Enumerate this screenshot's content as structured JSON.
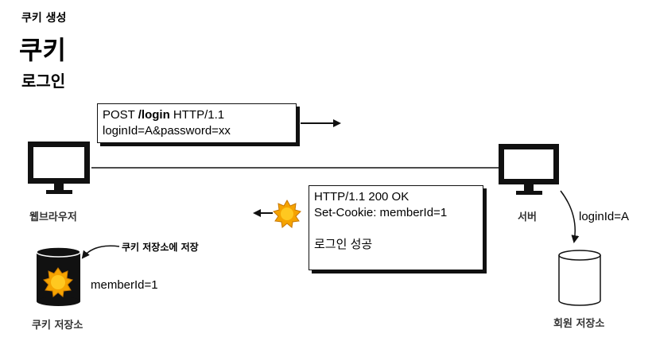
{
  "header": {
    "subtitle": "쿠키 생성",
    "title": "쿠키",
    "section": "로그인"
  },
  "request": {
    "line1_method": "POST ",
    "line1_path": "/login",
    "line1_proto": " HTTP/1.1",
    "line2": "loginId=A&password=xx"
  },
  "response": {
    "line1": "HTTP/1.1 200 OK",
    "line2": "Set-Cookie: memberId=1",
    "line3": "로그인 성공"
  },
  "nodes": {
    "browser": "웹브라우저",
    "server": "서버",
    "cookie_store": "쿠키 저장소",
    "member_store": "회원 저장소"
  },
  "annotations": {
    "store_note": "쿠키 저장소에 저장",
    "cookie_value": "memberId=1",
    "login_id": "loginId=A"
  },
  "colors": {
    "cookie_fill": "#f5a300",
    "cookie_core": "#ffc820",
    "stroke": "#111111"
  }
}
